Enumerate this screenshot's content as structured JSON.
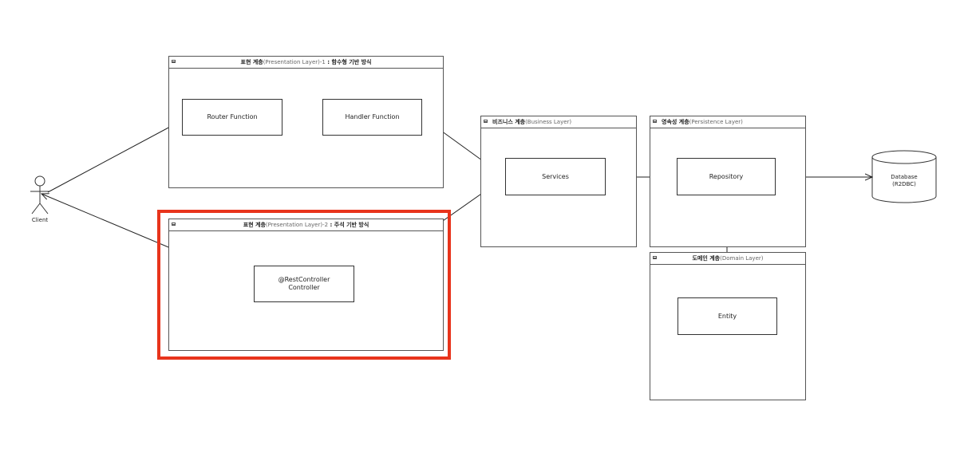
{
  "actor": {
    "label": "Client"
  },
  "layers": {
    "presentation_functional": {
      "prefix": "표현 계층",
      "paren": "(Presentation Layer)-1",
      "suffix": " : 함수형 기반 방식"
    },
    "presentation_annotation": {
      "prefix": "표현 계층",
      "paren": "(Presentation Layer)-2",
      "suffix": " : 주석 기반 방식"
    },
    "business": {
      "prefix": "비즈니스 계층",
      "paren": "(Business Layer)",
      "suffix": ""
    },
    "persistence": {
      "prefix": "영속성 계층",
      "paren": "(Persistence Layer)",
      "suffix": ""
    },
    "domain": {
      "prefix": "도메인 계층",
      "paren": "(Domain Layer)",
      "suffix": ""
    }
  },
  "nodes": {
    "router_function": "Router Function",
    "handler_function": "Handler Function",
    "controller_line1": "@RestController",
    "controller_line2": "Controller",
    "services": "Services",
    "repository": "Repository",
    "entity": "Entity"
  },
  "database": {
    "line1": "Database",
    "line2": "(R2DBC)"
  },
  "colors": {
    "highlight": "#e8341c",
    "line": "#222222",
    "frame": "#555555"
  }
}
